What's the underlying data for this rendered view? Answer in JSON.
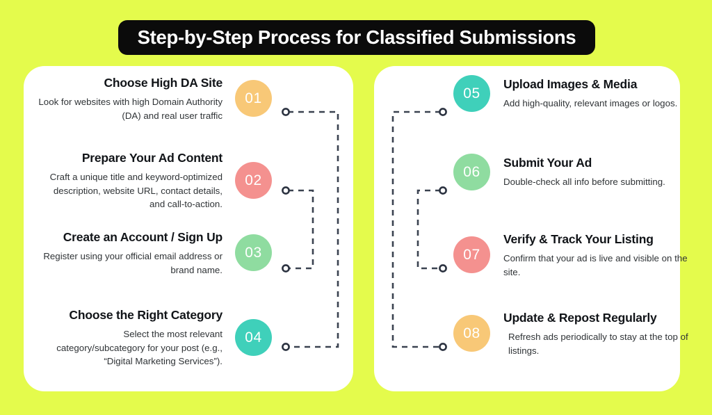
{
  "background_color": "#e4fb4c",
  "header": {
    "title": "Step-by-Step Process for Classified Submissions",
    "banner_color": "#0b0b0b",
    "title_color": "#ffffff"
  },
  "left_card": {
    "steps": [
      {
        "number": "01",
        "heading": "Choose High DA Site",
        "body": "Look for websites with high Domain Authority (DA) and real user traffic",
        "color": "#f8c877"
      },
      {
        "number": "02",
        "heading": "Prepare Your Ad Content",
        "body": "Craft a unique title and keyword-optimized description, website URL, contact details, and call-to-action.",
        "color": "#f4918f"
      },
      {
        "number": "03",
        "heading": "Create an Account / Sign Up",
        "body": "Register using your official email address or brand name.",
        "color": "#8fdca0"
      },
      {
        "number": "04",
        "heading": "Choose the Right Category",
        "body": "Select the most relevant category/subcategory for your post (e.g., “Digital Marketing Services”).",
        "color": "#3fd0ba"
      }
    ]
  },
  "right_card": {
    "steps": [
      {
        "number": "05",
        "heading": "Upload Images & Media",
        "body": "Add high-quality, relevant images or logos.",
        "color": "#3fd0ba"
      },
      {
        "number": "06",
        "heading": "Submit Your Ad",
        "body": "Double-check all info before submitting.",
        "color": "#8fdca0"
      },
      {
        "number": "07",
        "heading": "Verify & Track Your Listing",
        "body": "Confirm that your ad is live and visible on the site.",
        "color": "#f4918f"
      },
      {
        "number": "08",
        "heading": "Update & Repost Regularly",
        "body": "Refresh ads periodically to stay at the top of listings.",
        "color": "#f8c877"
      }
    ]
  },
  "connectors": {
    "line_color": "#3a4250",
    "dot_fill": "#ffffff",
    "style": "dashed"
  }
}
